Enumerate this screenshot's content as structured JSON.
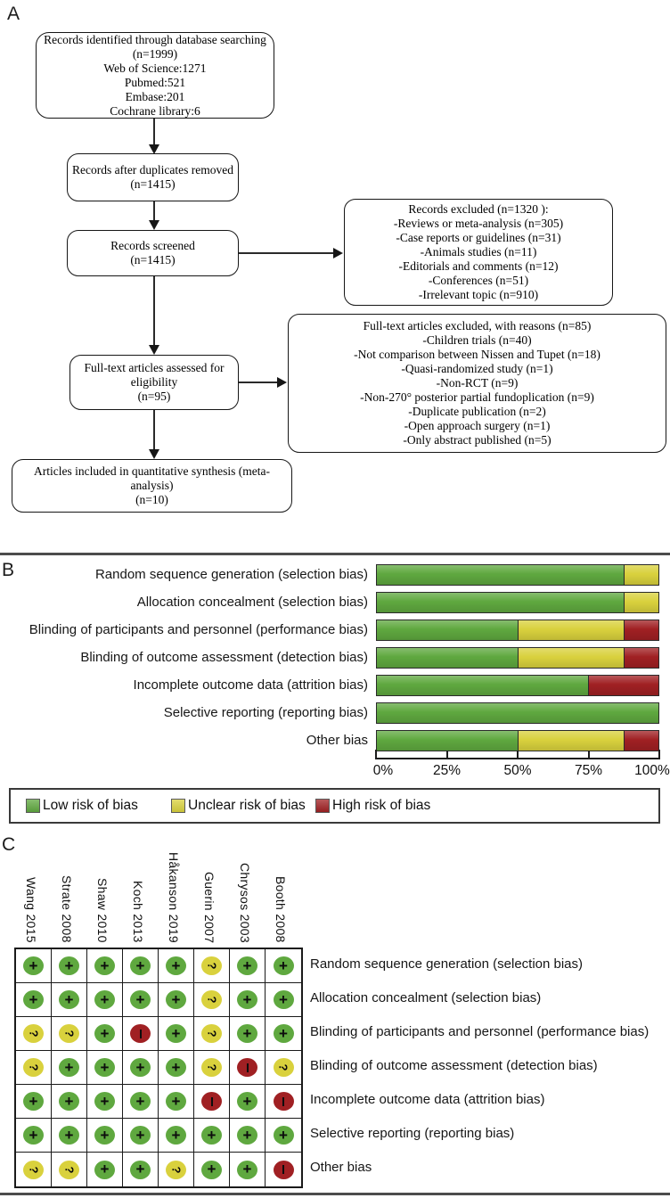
{
  "figure": {
    "panel_a_label": "A",
    "panel_b_label": "B",
    "panel_c_label": "C"
  },
  "colors": {
    "low_risk": "#5fa83f",
    "unclear_risk": "#d9d13d",
    "high_risk": "#a02023"
  },
  "flowchart": {
    "identified": {
      "lines": [
        "Records identified through database searching",
        "(n=1999)",
        "Web of Science:1271",
        "Pubmed:521",
        "Embase:201",
        "Cochrane library:6"
      ]
    },
    "duplicates_removed": {
      "lines": [
        "Records after duplicates removed",
        "(n=1415)"
      ]
    },
    "screened": {
      "lines": [
        "Records screened",
        "(n=1415)"
      ]
    },
    "records_excluded": {
      "lines": [
        "Records excluded (n=1320 ):",
        "-Reviews or meta-analysis (n=305)",
        "-Case reports or guidelines (n=31)",
        "-Animals studies (n=11)",
        "-Editorials and comments (n=12)",
        "-Conferences (n=51)",
        "-Irrelevant topic (n=910)"
      ]
    },
    "fulltext_assessed": {
      "lines": [
        "Full-text articles assessed for",
        "eligibility",
        "(n=95)"
      ]
    },
    "fulltext_excluded": {
      "lines": [
        "Full-text articles excluded, with reasons (n=85)",
        "-Children trials (n=40)",
        "-Not comparison between Nissen and Tupet (n=18)",
        "-Quasi-randomized study (n=1)",
        "-Non-RCT (n=9)",
        "-Non-270° posterior partial fundoplication (n=9)",
        "-Duplicate publication (n=2)",
        "-Open approach surgery (n=1)",
        "-Only abstract published (n=5)"
      ]
    },
    "included": {
      "lines": [
        "Articles included in quantitative synthesis (meta-",
        "analysis)",
        "(n=10)"
      ]
    }
  },
  "chart_data": [
    {
      "type": "bar",
      "orientation": "horizontal",
      "stacked": true,
      "title": "",
      "categories": [
        "Random sequence generation (selection bias)",
        "Allocation concealment (selection bias)",
        "Blinding of participants and personnel (performance bias)",
        "Blinding of outcome assessment (detection bias)",
        "Incomplete outcome data (attrition bias)",
        "Selective reporting (reporting bias)",
        "Other bias"
      ],
      "series": [
        {
          "name": "Low risk of bias",
          "color": "#5fa83f",
          "values": [
            87.5,
            87.5,
            50,
            50,
            75,
            100,
            50
          ]
        },
        {
          "name": "Unclear risk of bias",
          "color": "#d9d13d",
          "values": [
            12.5,
            12.5,
            37.5,
            37.5,
            0,
            0,
            37.5
          ]
        },
        {
          "name": "High risk of bias",
          "color": "#a02023",
          "values": [
            0,
            0,
            12.5,
            12.5,
            25,
            0,
            12.5
          ]
        }
      ],
      "x_ticks": [
        "0%",
        "25%",
        "50%",
        "75%",
        "100%"
      ],
      "xlim": [
        0,
        100
      ],
      "grid": false,
      "legend_position": "bottom"
    },
    {
      "type": "heatmap",
      "columns": [
        "Wang 2015",
        "Strate 2008",
        "Shaw 2010",
        "Koch 2013",
        "Håkanson 2019",
        "Guerin 2007",
        "Chrysos 2003",
        "Booth 2008"
      ],
      "rows": [
        "Random sequence generation (selection bias)",
        "Allocation concealment (selection bias)",
        "Blinding of participants and personnel (performance bias)",
        "Blinding of outcome assessment (detection bias)",
        "Incomplete outcome data (attrition bias)",
        "Selective reporting (reporting bias)",
        "Other bias"
      ],
      "values": [
        [
          "+",
          "+",
          "+",
          "+",
          "+",
          "?",
          "+",
          "+"
        ],
        [
          "+",
          "+",
          "+",
          "+",
          "+",
          "?",
          "+",
          "+"
        ],
        [
          "?",
          "?",
          "+",
          "-",
          "+",
          "?",
          "+",
          "+"
        ],
        [
          "?",
          "+",
          "+",
          "+",
          "+",
          "?",
          "-",
          "?"
        ],
        [
          "+",
          "+",
          "+",
          "+",
          "+",
          "-",
          "+",
          "-"
        ],
        [
          "+",
          "+",
          "+",
          "+",
          "+",
          "+",
          "+",
          "+"
        ],
        [
          "?",
          "?",
          "+",
          "+",
          "?",
          "+",
          "+",
          "-"
        ]
      ],
      "symbol_legend": {
        "+": "Low risk of bias",
        "?": "Unclear risk of bias",
        "-": "High risk of bias"
      }
    }
  ],
  "legend": {
    "items": [
      {
        "label": "Low risk of bias",
        "color_key": "low_risk"
      },
      {
        "label": "Unclear risk of bias",
        "color_key": "unclear_risk"
      },
      {
        "label": "High risk of bias",
        "color_key": "high_risk"
      }
    ]
  }
}
